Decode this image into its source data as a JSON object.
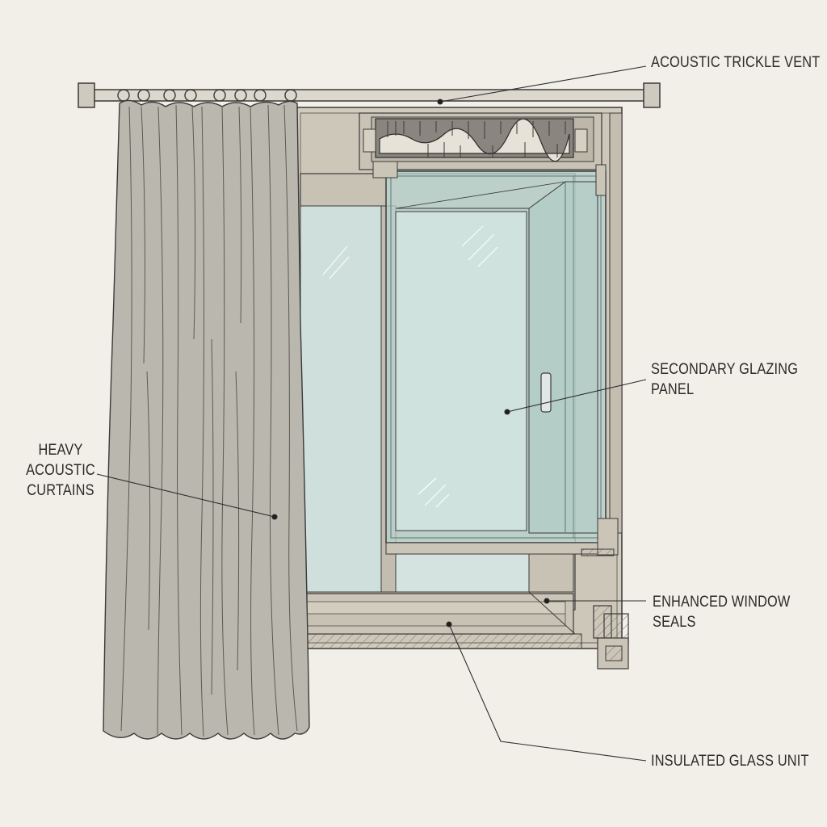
{
  "labels": {
    "trickle_vent": "Acoustic Trickle Vent",
    "secondary_glazing": [
      "Secondary Glazing",
      "Panel"
    ],
    "curtains": [
      "Heavy",
      "Acoustic",
      "Curtains"
    ],
    "window_seals": [
      "Enhanced Window",
      "Seals"
    ],
    "glass_unit": "Insulated Glass Unit"
  },
  "colors": {
    "background": "#f1efe7",
    "line": "#3a3a3a",
    "frame": "#cbc5b8",
    "curtain": "#b9b6ad",
    "glass": "#cfe0dc",
    "glazing_panel": "#b8d3cf"
  }
}
